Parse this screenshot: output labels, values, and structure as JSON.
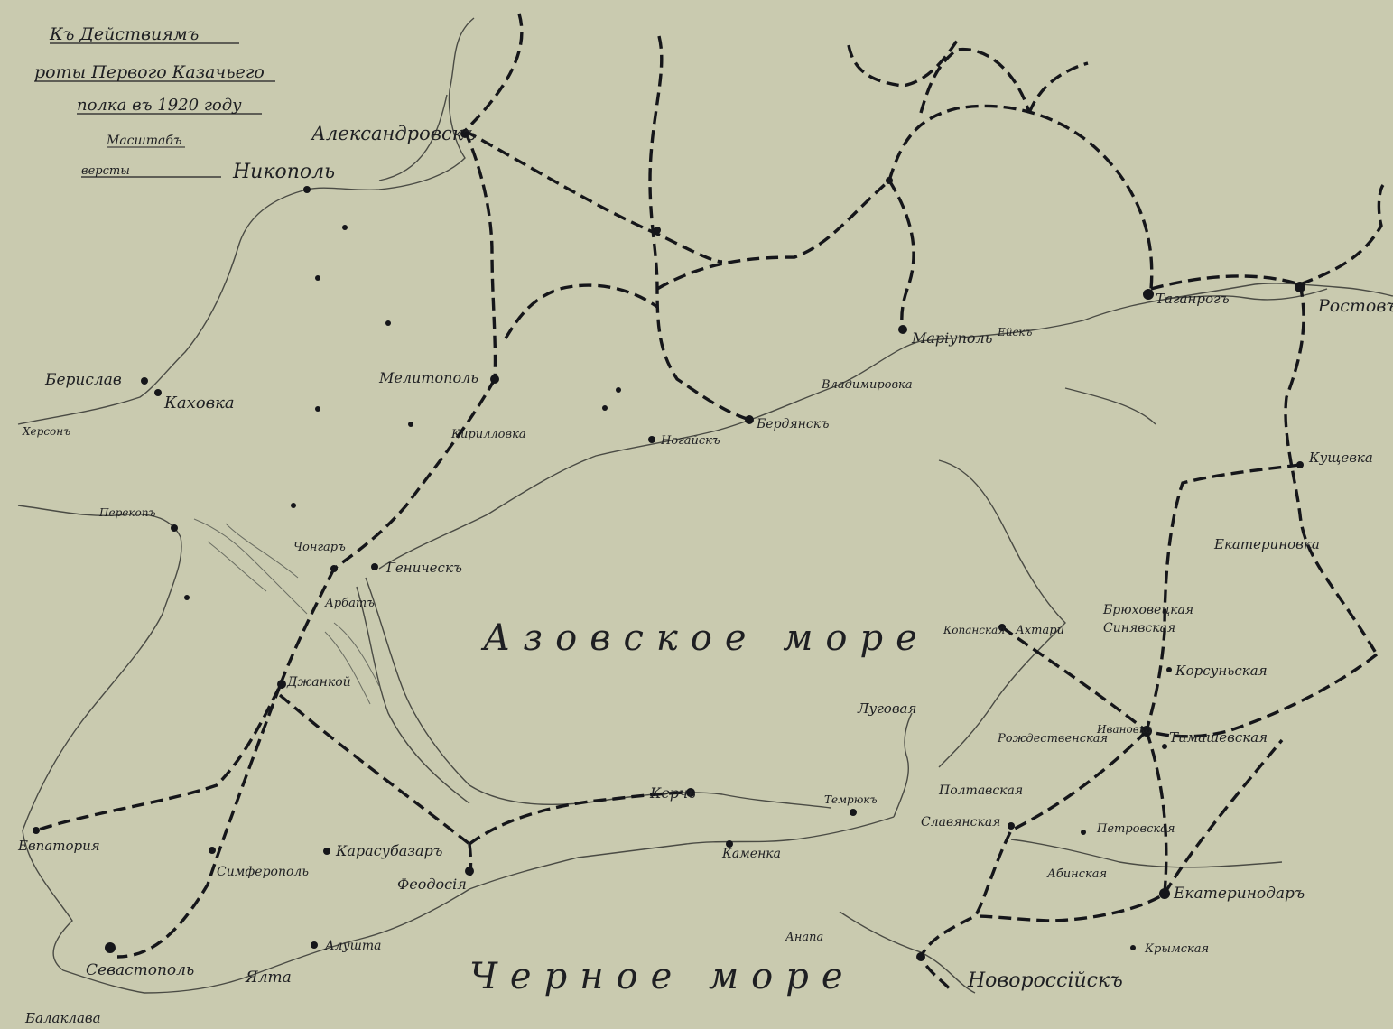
{
  "map": {
    "legend": {
      "line1": "Къ Действиямъ",
      "line2": "роты Первого Казачьего",
      "line3": "полка въ 1920 году",
      "line4": "Масштабъ",
      "line5": "версты"
    },
    "seas": {
      "azov": "Азовское море",
      "black": "Черное море"
    },
    "cities": {
      "aleksandrovsk": "Александровскъ",
      "nikopol": "Никополь",
      "berislav": "Берислав",
      "kakhovka": "Каховка",
      "melitopol": "Мелитополь",
      "genichesk": "Геническъ",
      "perekop": "Перекопъ",
      "dzhankoy": "Джанкой",
      "evpatoria": "Евпатория",
      "simferopol": "Симферополь",
      "karasubazar": "Карасубазаръ",
      "feodosia": "Феодосія",
      "kerch": "Керчь",
      "sevastopol": "Севастополь",
      "balaklava": "Балаклава",
      "yalta": "Ялта",
      "alushta": "Алушта",
      "taganrog": "Таганрогъ",
      "rostov": "Ростовъ",
      "mariupol": "Маріуполь",
      "berdyansk": "Бердянскъ",
      "nogaysk": "Ногайскъ",
      "kushchevka": "Кущевка",
      "ekaterinovka": "Екатериновка",
      "bryukhovetskaya": "Брюховецкая",
      "sinyavka": "Синявская",
      "korsunskaya": "Корсуньская",
      "timashevskaya": "Тимашевская",
      "ekaterinodar": "Екатеринодаръ",
      "novorossiysk": "Новороссійскъ",
      "anapa": "Анапа",
      "temryuk": "Темрюкъ",
      "slavyanskaya": "Славянская",
      "akhtari": "Ахтари",
      "ivanovka": "Ивановка",
      "kherson": "Херсонъ",
      "kamenka": "Каменка",
      "arbat": "Арбатъ",
      "chongar": "Чонгаръ",
      "vladimirovka": "Владимировка",
      "kirillovka": "Кирилловка",
      "lugovaya": "Луговая",
      "rozhdestvenskaya": "Рождественская",
      "yeysk": "Ейскъ",
      "petrovskaya": "Петровская",
      "abinskaya": "Абинская",
      "krymskaya": "Крымская",
      "poltavskaya": "Полтавская",
      "kopanskaya": "Копанская"
    }
  }
}
